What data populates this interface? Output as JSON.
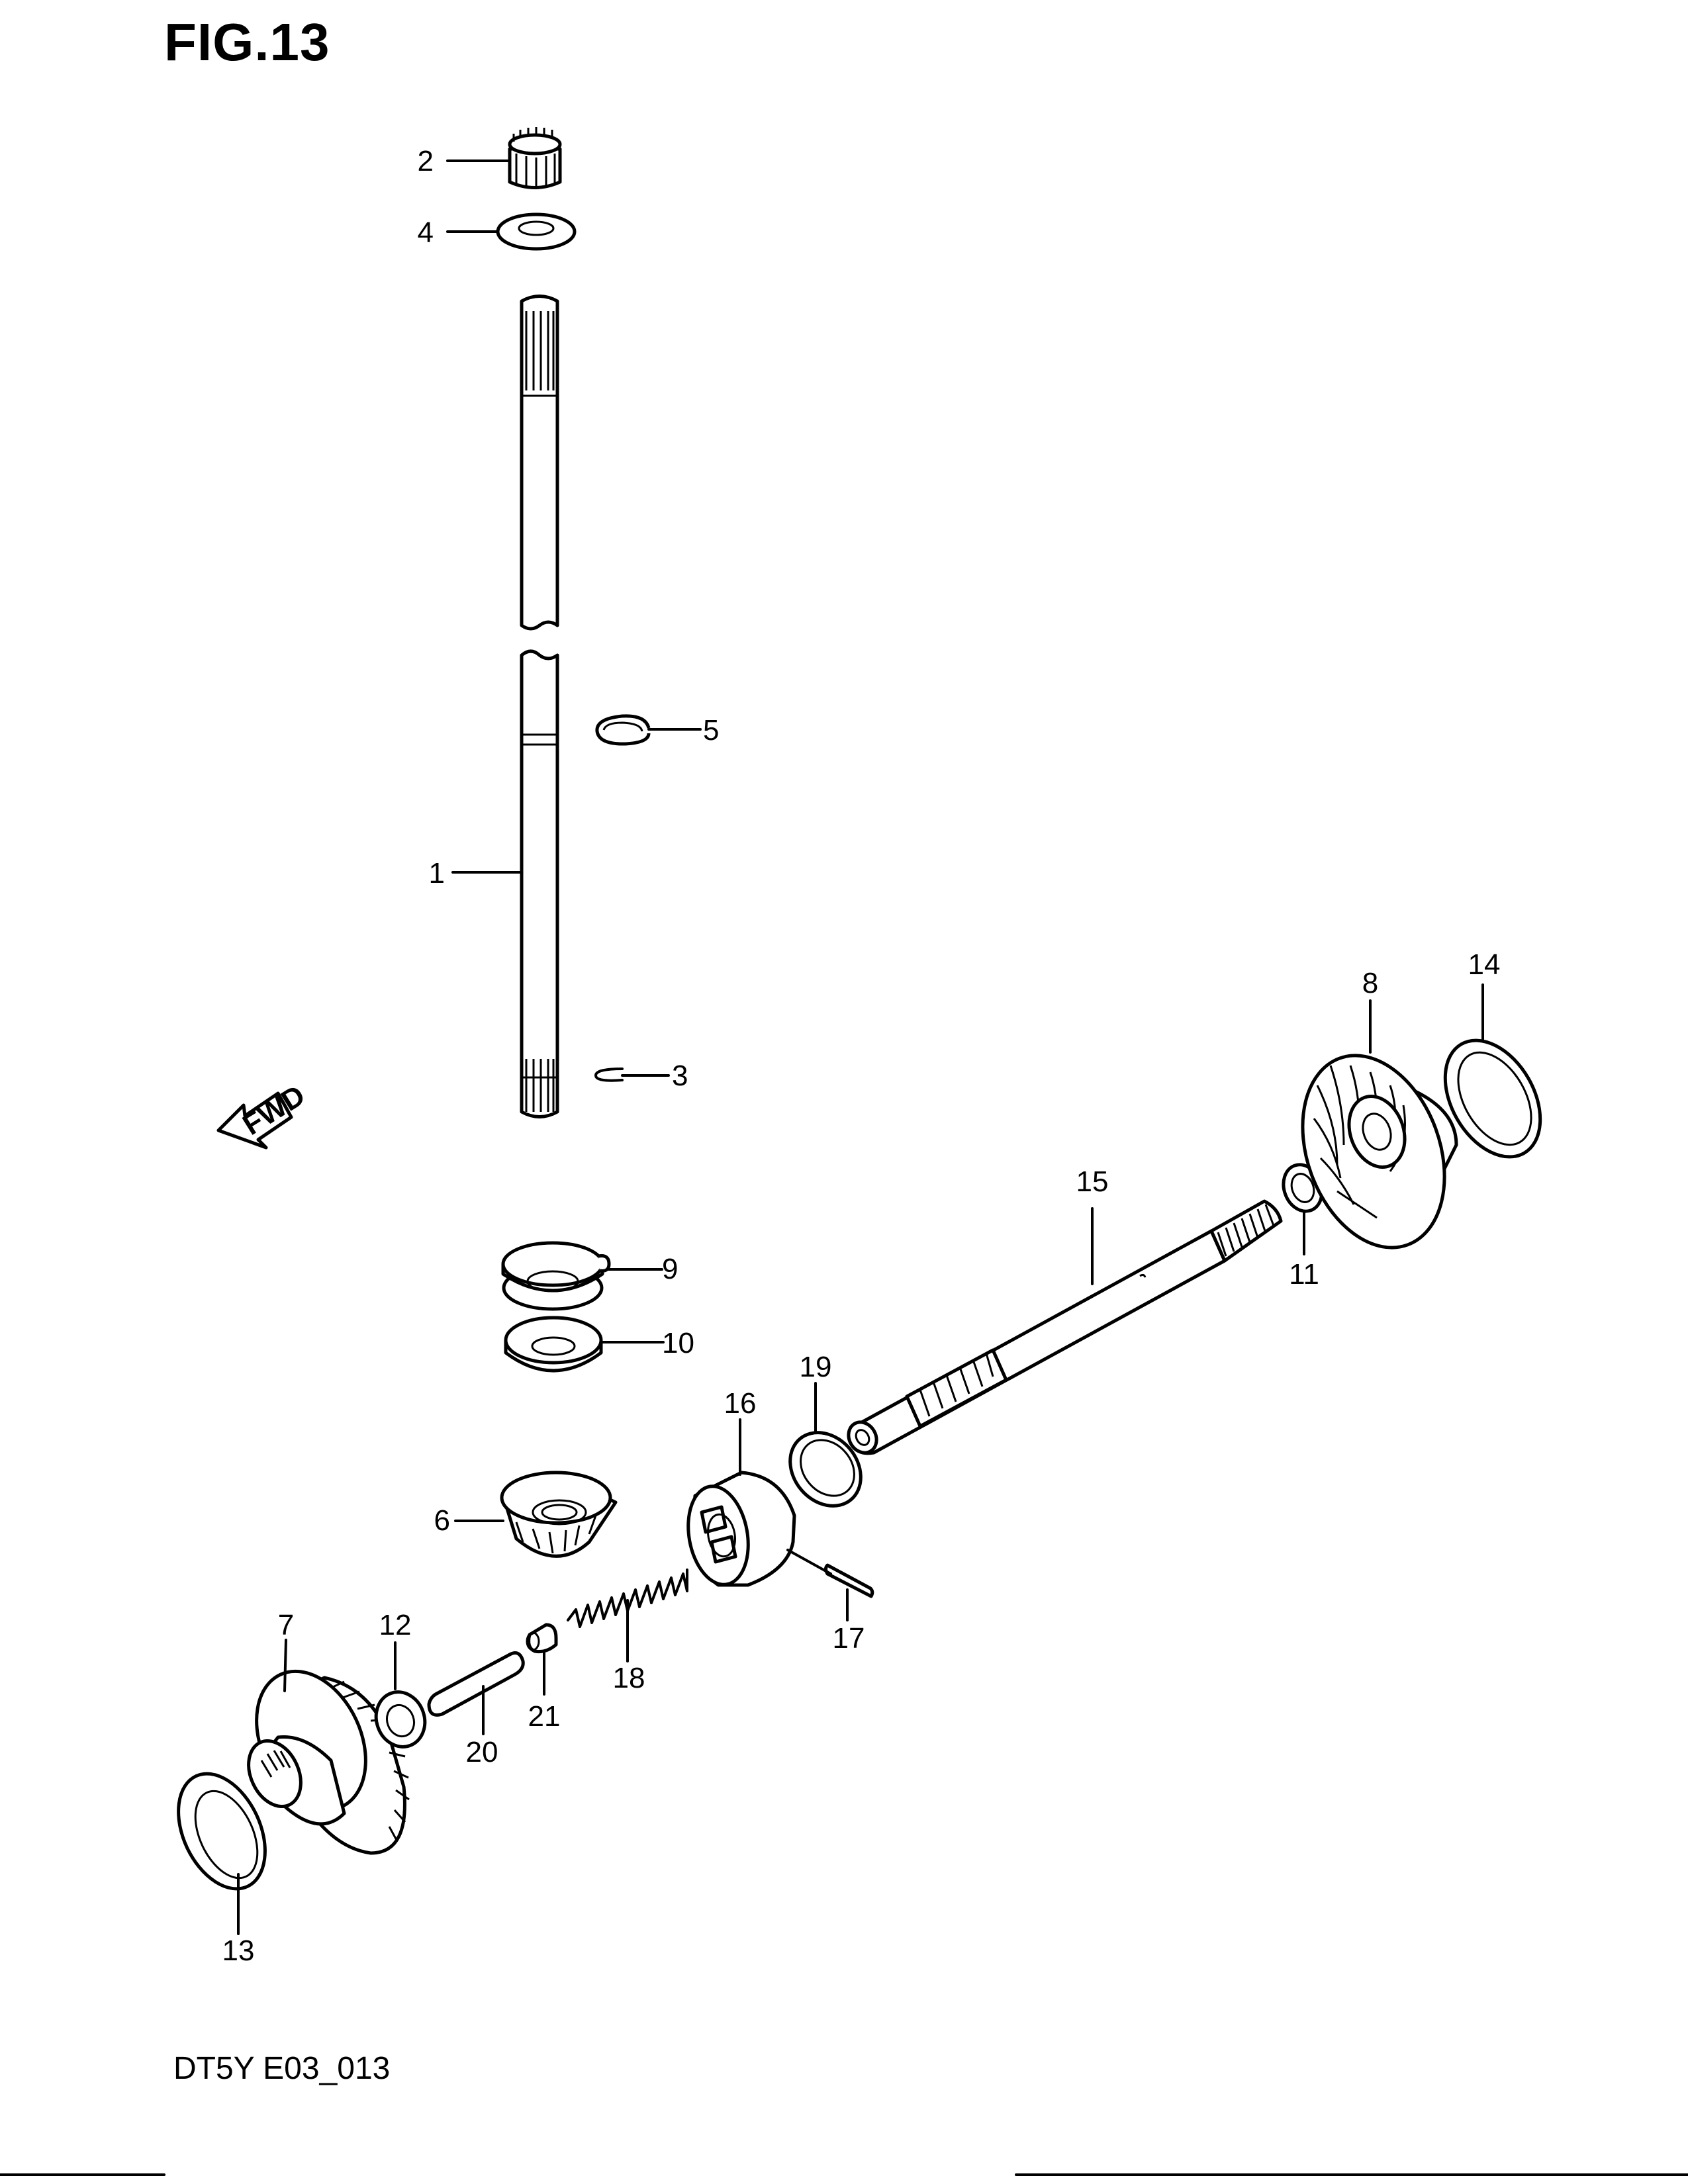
{
  "figure_title": "FIG.13",
  "footer_code": "DT5Y E03_013",
  "fwd_label": "FWD",
  "colors": {
    "line": "#000000",
    "background": "#ffffff"
  },
  "callouts": [
    "1",
    "2",
    "3",
    "4",
    "5",
    "6",
    "7",
    "8",
    "9",
    "10",
    "11",
    "12",
    "13",
    "14",
    "15",
    "16",
    "17",
    "18",
    "19",
    "20",
    "21"
  ]
}
